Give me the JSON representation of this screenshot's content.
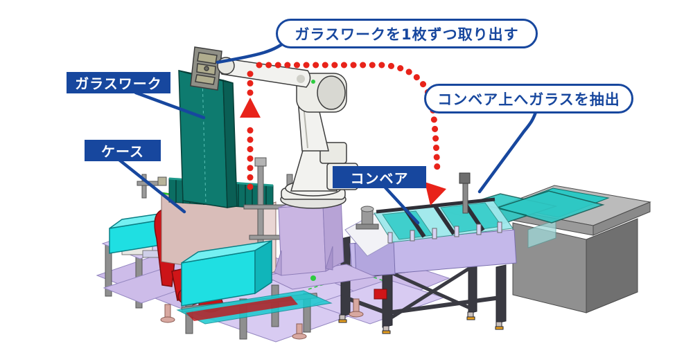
{
  "callouts": {
    "pick_glass": {
      "text": "ガラスワークを1枚ずつ取り出す"
    },
    "extract_glass": {
      "text": "コンベア上へガラスを抽出"
    }
  },
  "labels": {
    "glass_work": {
      "text": "ガラスワーク"
    },
    "case": {
      "text": "ケース"
    },
    "conveyor": {
      "text": "コンベア"
    }
  },
  "colors": {
    "callout_blue": "#17479E",
    "path_red": "#E8231A",
    "glass_teal": "#0E7B6F",
    "glass_stack_teal": "#0B6E63",
    "conveyor_glass_cyan": "#9FE8EC",
    "transfer_glass_teal": "#2FC9C5",
    "bright_cyan_box": "#1FDFE2",
    "case_pink": "#D9BDB9",
    "floor_lavender": "#CDBCE9",
    "pedestal_lavender": "#C9B5E2",
    "steel_frame_dark": "#3A3A42",
    "table_gray": "#909090",
    "robot_white": "#F3F3F0",
    "jack_red": "#CC1418"
  }
}
